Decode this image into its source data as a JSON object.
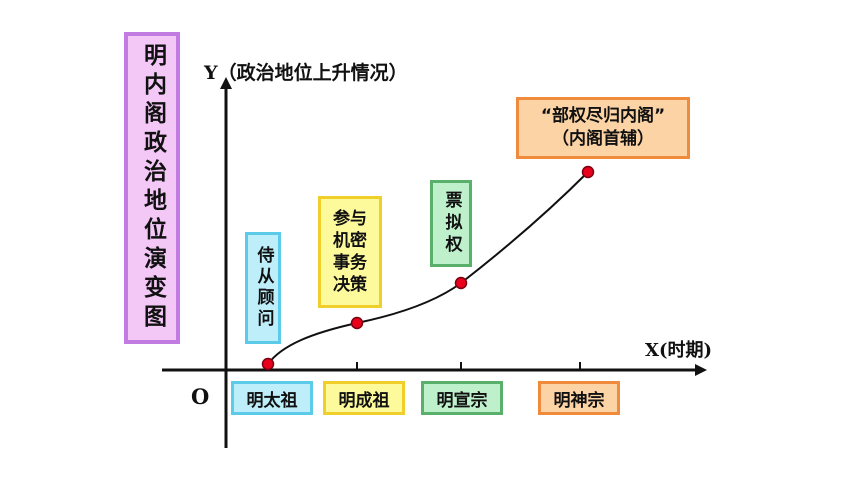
{
  "title": "明内阁政治地位演变图",
  "y_axis_label": "Y（政治地位上升情况）",
  "x_axis_label": "X(时期)",
  "origin_label": "O",
  "stages": [
    {
      "text": "侍从顾问",
      "color": "#bfeefb",
      "border": "#5ccbe9"
    },
    {
      "text": "参与\n机密\n事务\n决策",
      "color": "#fdfa9c",
      "border": "#f0cf2a"
    },
    {
      "text": "票拟权",
      "color": "#bff0cc",
      "border": "#58b06a"
    },
    {
      "text": "“部权尽归内阁”\n（内阁首辅）",
      "color": "#fcd3a5",
      "border": "#f08a3c"
    }
  ],
  "periods": [
    {
      "label": "明太祖",
      "color": "#bfeefb",
      "border": "#5ccbe9"
    },
    {
      "label": "明成祖",
      "color": "#fdfa9c",
      "border": "#f0cf2a"
    },
    {
      "label": "明宣宗",
      "color": "#bff0cc",
      "border": "#58b06a"
    },
    {
      "label": "明神宗",
      "color": "#fcd3a5",
      "border": "#f08a3c"
    }
  ],
  "point_color": "#e8001c"
}
